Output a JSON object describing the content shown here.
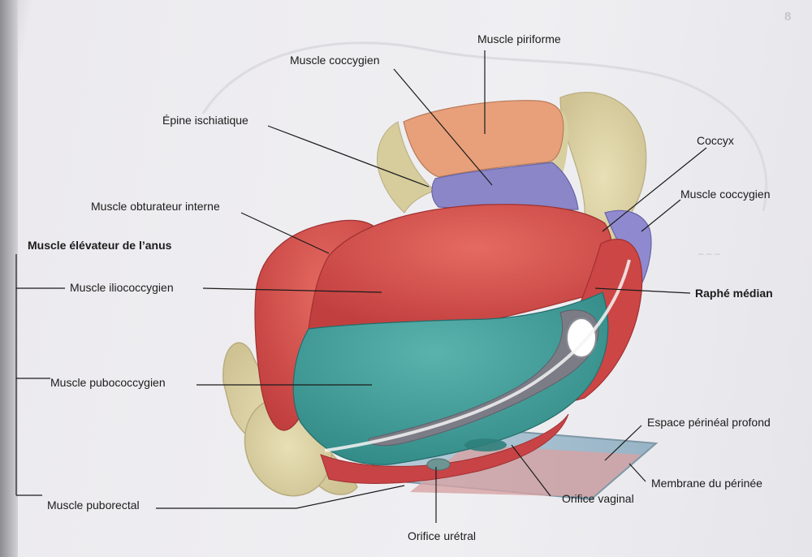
{
  "page_number": "8",
  "labels": {
    "piriforme": "Muscle piriforme",
    "coccygien_top": "Muscle coccygien",
    "epine": "Épine ischiatique",
    "coccyx": "Coccyx",
    "coccygien_right": "Muscle coccygien",
    "obturateur": "Muscle obturateur interne",
    "elevateur": "Muscle élévateur de l’anus",
    "iliococcygien": "Muscle iliococcygien",
    "raphe": "Raphé médian",
    "pubococcygien": "Muscle pubococcygien",
    "espace": "Espace périnéal profond",
    "membrane": "Membrane du périnée",
    "puborectal": "Muscle puborectal",
    "vaginal": "Orifice vaginal",
    "uretral": "Orifice urétral"
  },
  "colors": {
    "muscle_red": "#d9504c",
    "muscle_red_dark": "#b83a3a",
    "muscle_teal": "#3f9a96",
    "piriforme_orange": "#e9a07a",
    "coccygien_purple": "#8a86c8",
    "bone_cream": "#ddd4a6",
    "membrane_blue": "#a9c3d2"
  }
}
